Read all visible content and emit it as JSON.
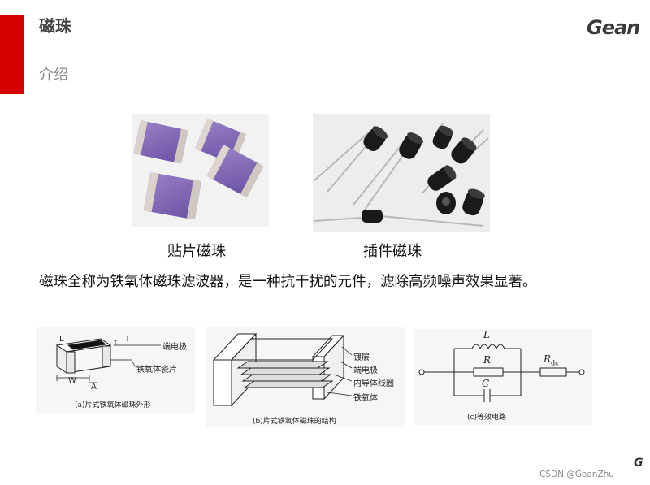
{
  "slide": {
    "title": "磁珠",
    "subtitle": "介绍",
    "logo": "Gean",
    "photos": {
      "smd_caption": "贴片磁珠",
      "through_hole_caption": "插件磁珠"
    },
    "description": "磁珠全称为铁氧体磁珠滤波器，是一种抗干扰的元件，滤除高频噪声效果显著。",
    "figure_a": {
      "caption": "(a)片式铁氧体磁珠外形",
      "label_terminal": "端电极",
      "label_ferrite": "铁氧体瓷片",
      "dim_L": "L",
      "dim_T": "T",
      "dim_W": "W",
      "dim_A": "A"
    },
    "figure_b": {
      "caption": "(b)片式铁氧体磁珠的结构",
      "labels": [
        "镀层",
        "端电极",
        "内导体线圈",
        "铁氧体"
      ]
    },
    "figure_c": {
      "caption": "(c)等效电路",
      "L": "L",
      "R": "R",
      "C": "C",
      "Rdc": "R",
      "Rdc_sub": "dc"
    },
    "footer_mark": "G",
    "watermark": "CSDN @GeanZhu"
  }
}
